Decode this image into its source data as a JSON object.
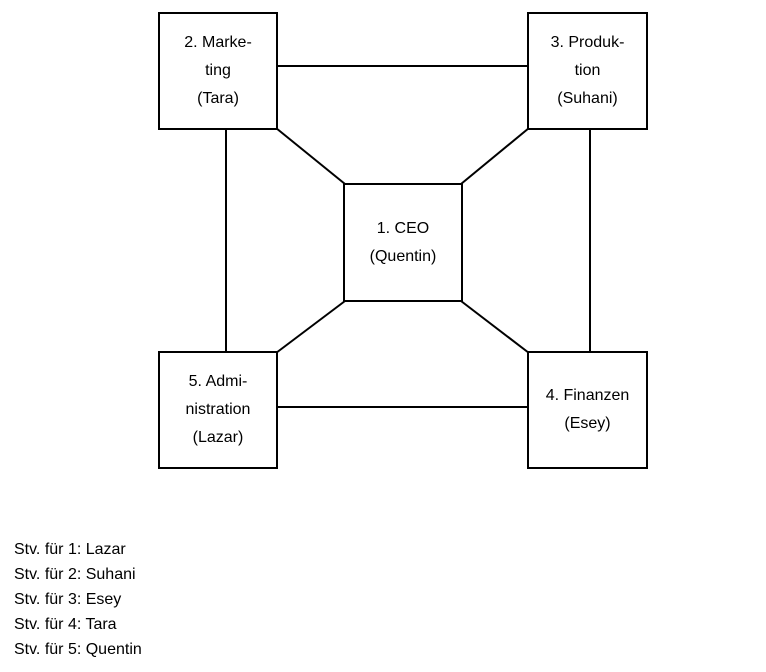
{
  "diagram": {
    "boxes": {
      "ceo": {
        "lines": [
          "1. CEO",
          "(Quentin)"
        ]
      },
      "marketing": {
        "lines": [
          "2. Marke-",
          "ting",
          "(Tara)"
        ]
      },
      "produktion": {
        "lines": [
          "3. Produk-",
          "tion",
          "(Suhani)"
        ]
      },
      "finanzen": {
        "lines": [
          "4. Finanzen",
          "(Esey)"
        ]
      },
      "administration": {
        "lines": [
          "5. Admi-",
          "nistration",
          "(Lazar)"
        ]
      }
    },
    "colors": {
      "line": "#000000",
      "background": "#ffffff",
      "text": "#000000"
    }
  },
  "legend": {
    "items": [
      "Stv. für 1: Lazar",
      "Stv. für 2: Suhani",
      "Stv. für 3: Esey",
      "Stv. für 4: Tara",
      "Stv. für 5: Quentin"
    ]
  }
}
